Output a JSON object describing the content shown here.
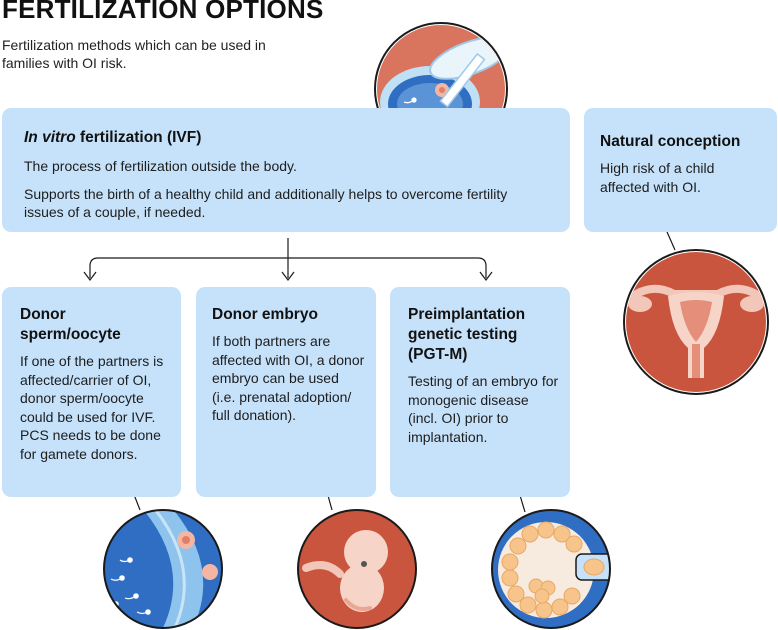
{
  "header": {
    "title": "FERTILIZATION OPTIONS",
    "subtitle": "Fertilization methods which can be used in families with OI risk."
  },
  "ivf": {
    "title_italic": "In vitro",
    "title_rest": " fertilization (IVF)",
    "line1": "The process of fertilization outside the body.",
    "line2": "Supports the birth of a healthy child and additionally helps to overcome fertility issues of a couple, if needed."
  },
  "natural": {
    "title": "Natural conception",
    "text": "High risk of a child affected with OI."
  },
  "options": [
    {
      "title": "Donor\nsperm/oocyte",
      "text": "If one of the partners is affected/carrier of OI, donor sperm/oocyte could be used for IVF. PCS needs to be done for gamete donors."
    },
    {
      "title": "Donor embryo",
      "text": "If both partners are affected with OI, a donor embryo can be used\n(i.e. prenatal adoption/ full donation)."
    },
    {
      "title": "Preimplantation genetic testing (PGT-M)",
      "text": "Testing of an embryo for monogenic disease (incl. OI) prior to implantation."
    }
  ],
  "colors": {
    "box_fill": "#c6e2fa",
    "illustration_red": "#c9553f",
    "illustration_blue": "#2a66b8",
    "illustration_light_blue": "#8dc3ec"
  },
  "icons": {
    "ivf": "petri-dish-with-pipette-icon",
    "natural": "uterus-icon",
    "donor_sperm_oocyte": "sperm-and-oocyte-icon",
    "donor_embryo": "fetus-icon",
    "pgt": "embryo-biopsy-icon"
  }
}
